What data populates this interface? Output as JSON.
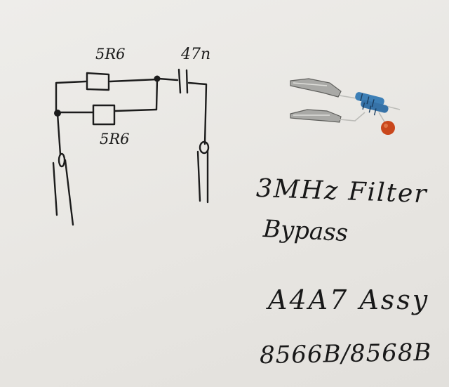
{
  "components": {
    "resistor_top_label": "5R6",
    "resistor_bottom_label": "5R6",
    "capacitor_label": "47n"
  },
  "notes": {
    "title": "3MHz Filter",
    "subtitle": "Bypass",
    "assembly": "A4A7 Assy",
    "model": "8566B/8568B"
  },
  "colors": {
    "ink": "#1c1c1c",
    "paper": "#e9e7e3",
    "resistor_body": "#3d7fb6",
    "capacitor_body": "#c9471c",
    "clip_metal": "#a9a9a6"
  }
}
